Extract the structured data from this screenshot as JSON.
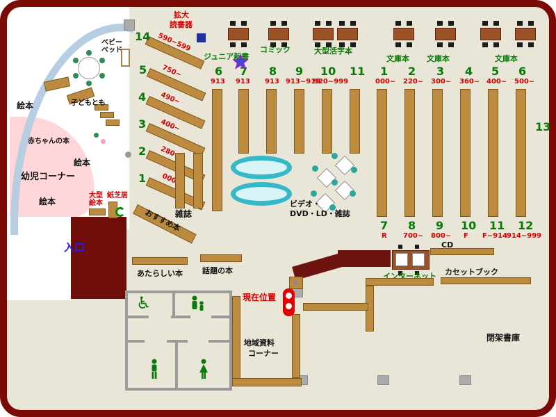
{
  "map": {
    "reading_device": {
      "line1": "拡大",
      "line2": "読書器"
    },
    "junior_shinsho": "ジュニア新書",
    "comic": "コミック",
    "large_print": "大型活字本",
    "bunko1": "文庫本",
    "bunko2": "文庫本",
    "bunko3": "文庫本",
    "n13": "13",
    "baby_bed": "ベビーベッド",
    "kodomo_tomo": "子どもとも",
    "ehon1": "絵本",
    "ehon2": "絵本",
    "ehon3": "絵本",
    "baby_books": "赤ちゃんの本",
    "infant_corner": "幼児コーナー",
    "large_ehon": "大型絵本",
    "kamishibai": "紙芝居",
    "osusume": "おすすめ本",
    "zasshi": "雑誌",
    "video_line1": "ビデオ・",
    "video_line2": "DVD・LD・雑誌",
    "entrance": "入口",
    "new_books": "あたらしい本",
    "topic_books": "話題の本",
    "current_position": "現在位置",
    "internet": "インターネット",
    "cd": "CD",
    "cassette": "カセットブック",
    "regional_line1": "地域資料",
    "regional_line2": "コーナー",
    "closed_stacks": "閉架書庫"
  },
  "diagonal_shelves": [
    {
      "num": "14",
      "range": "590~599"
    },
    {
      "num": "5",
      "range": "750~"
    },
    {
      "num": "4",
      "range": "490~"
    },
    {
      "num": "3",
      "range": "400~"
    },
    {
      "num": "2",
      "range": "280~"
    },
    {
      "num": "1",
      "range": "000~"
    }
  ],
  "mid_columns": [
    {
      "num": "6",
      "range": "913"
    },
    {
      "num": "7",
      "range": "913"
    },
    {
      "num": "8",
      "range": "913"
    },
    {
      "num": "9",
      "range": "913~919"
    },
    {
      "num": "10",
      "range": "920~999"
    },
    {
      "num": "11",
      "range": ""
    }
  ],
  "right_top": [
    {
      "num": "1",
      "range": "000~"
    },
    {
      "num": "2",
      "range": "220~"
    },
    {
      "num": "3",
      "range": "300~"
    },
    {
      "num": "4",
      "range": "360~"
    },
    {
      "num": "5",
      "range": "400~"
    },
    {
      "num": "6",
      "range": "500~"
    }
  ],
  "right_bottom": [
    {
      "num": "7",
      "range": "R"
    },
    {
      "num": "8",
      "range": "700~"
    },
    {
      "num": "9",
      "range": "800~"
    },
    {
      "num": "10",
      "range": "F"
    },
    {
      "num": "11",
      "range": "F~914"
    },
    {
      "num": "12",
      "range": "914~999"
    }
  ],
  "colors": {
    "frame": "#7a0a06",
    "floor": "#e9e6d7",
    "shelf": "#bd8b3f",
    "accent_green": "#067a06",
    "accent_red": "#d40000",
    "entrance_blue": "#2222ee",
    "cyan": "#35b8c8",
    "pink": "#ffd6da",
    "counter": "#6e1410"
  }
}
